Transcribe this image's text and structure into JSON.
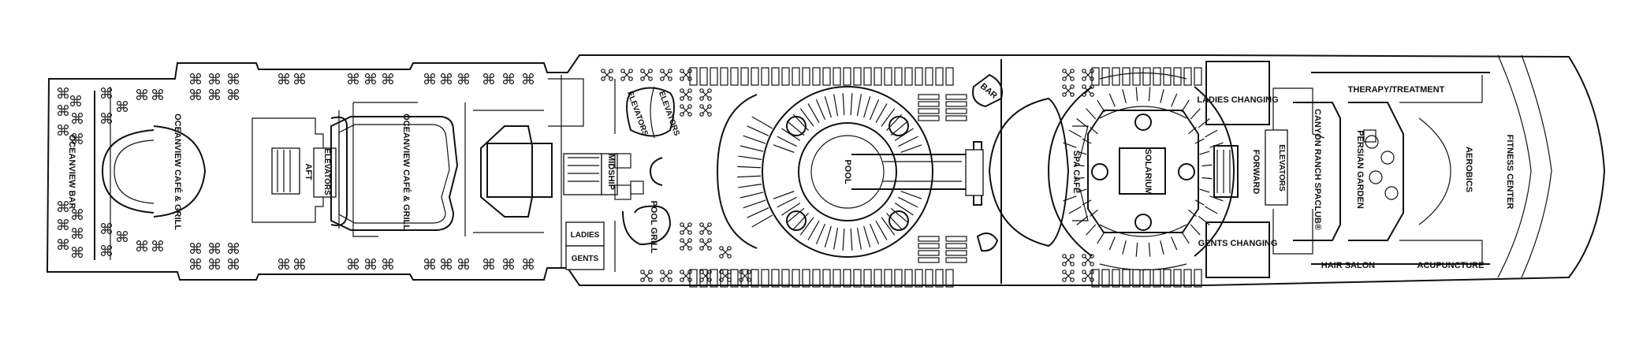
{
  "map": {
    "deck_name": "",
    "labels": {
      "oceanview_bar": "OCEANVIEW BAR",
      "oceanview_cafe_aft": "OCEANVIEW CAFÉ & GRILL",
      "aft": "AFT",
      "elevators_aft": "ELEVATORS",
      "oceanview_cafe_mid": "OCEANVIEW CAFÉ & GRILL",
      "midship": "MIDSHIP",
      "ladies_mid": "LADIES",
      "gents_mid": "GENTS",
      "elevators_left": "ELEVATORS",
      "elevators_right": "ELEVATORS",
      "pool_grill": "POOL GRILL",
      "pool": "POOL",
      "bar": "BAR",
      "spa_cafe": "SPA CAFÉ",
      "solarium": "SOLARIUM",
      "ladies_changing": "LADIES CHANGING",
      "gents_changing": "GENTS CHANGING",
      "forward": "FORWARD",
      "elevators_fwd": "ELEVATORS",
      "canyon_ranch": "CANYON RANCH SPACLUB®",
      "persian_garden": "PERSIAN GARDEN",
      "therapy": "THERAPY/TREATMENT",
      "aerobics": "AEROBICS",
      "fitness_center": "FITNESS CENTER",
      "hair_salon": "HAIR SALON",
      "acupuncture": "ACUPUNCTURE"
    }
  }
}
